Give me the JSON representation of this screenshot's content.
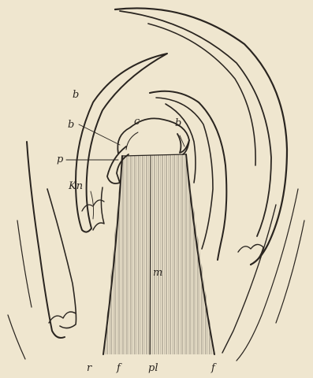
{
  "figure": {
    "background": "#efe6cf",
    "ink": "#2a2520",
    "labels": {
      "b_left": "b",
      "b_inner": "b",
      "b_right": "b",
      "c": "c",
      "p": "p",
      "kn": "Kn",
      "m": "m",
      "r": "r",
      "f_left": "f",
      "pl": "pl",
      "f_right": "f"
    }
  }
}
